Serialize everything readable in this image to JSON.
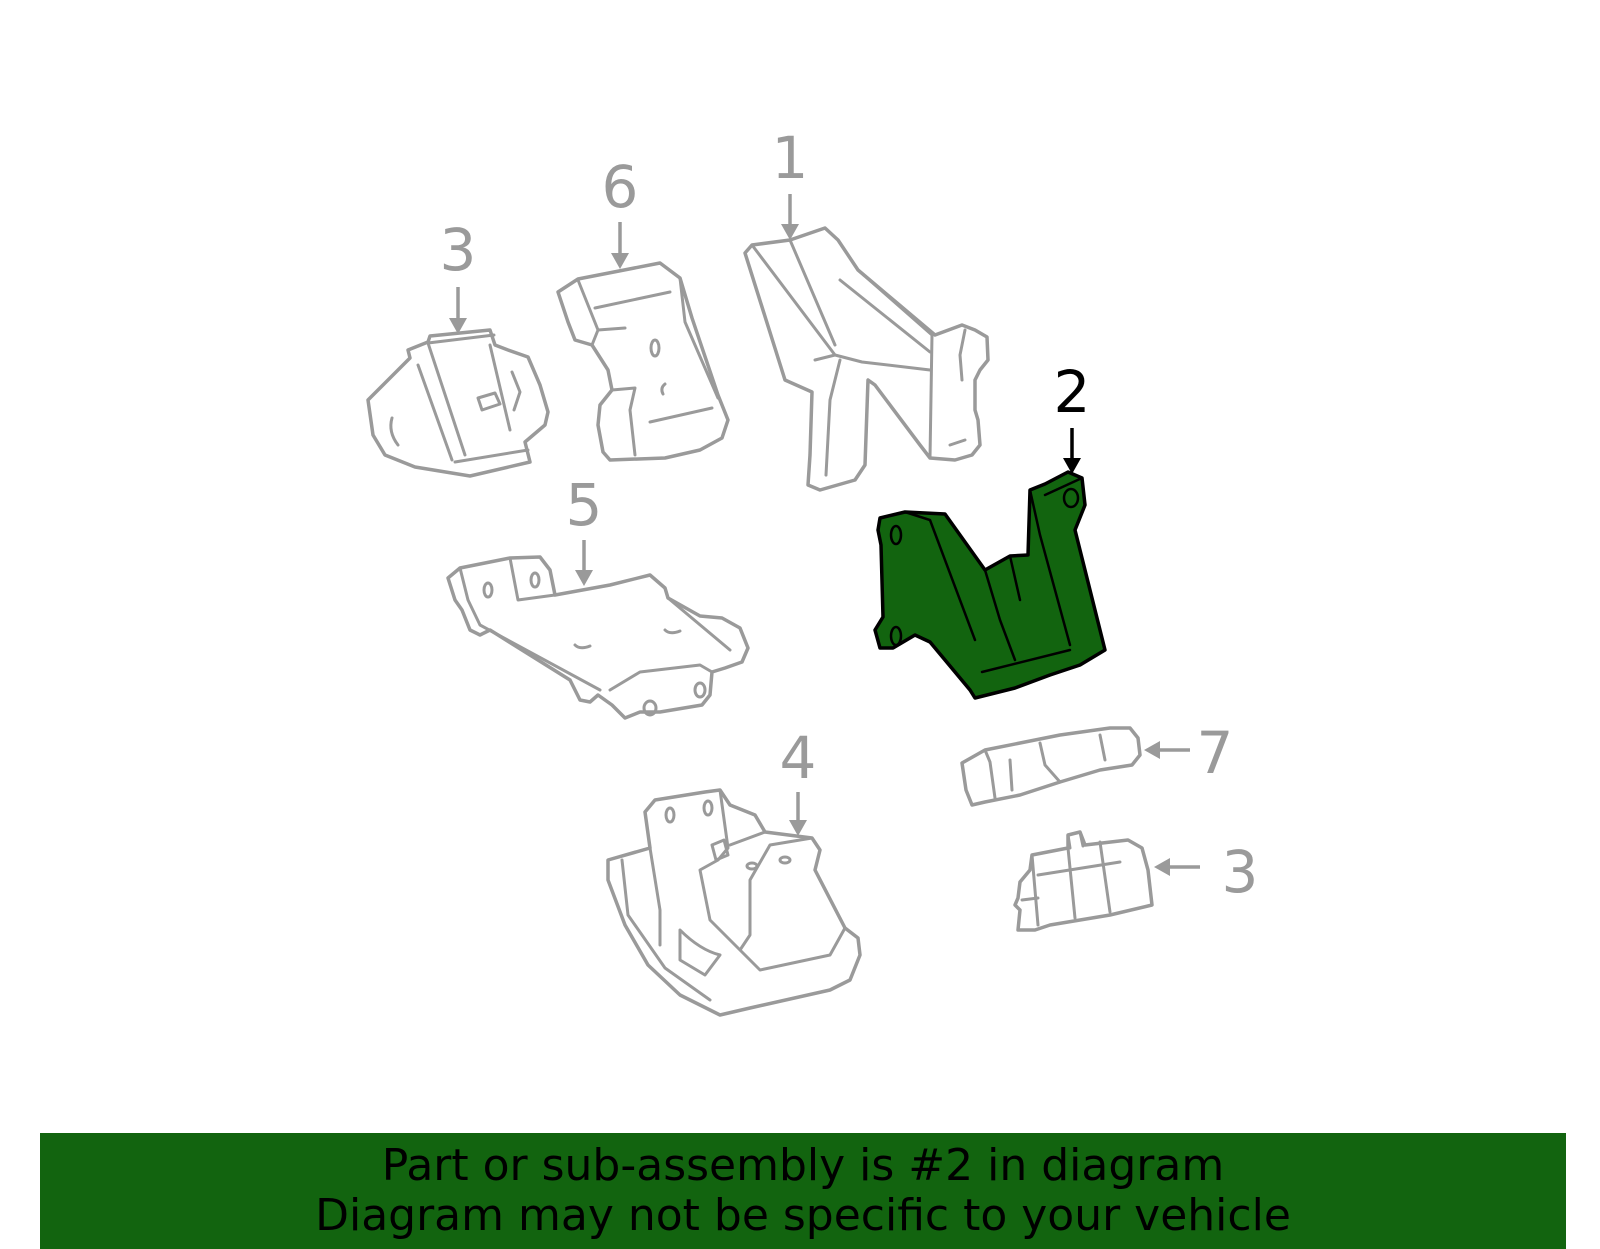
{
  "callouts": [
    {
      "id": "1",
      "label": "1",
      "highlighted": false
    },
    {
      "id": "2",
      "label": "2",
      "highlighted": true
    },
    {
      "id": "3a",
      "label": "3",
      "highlighted": false
    },
    {
      "id": "3b",
      "label": "3",
      "highlighted": false
    },
    {
      "id": "4",
      "label": "4",
      "highlighted": false
    },
    {
      "id": "5",
      "label": "5",
      "highlighted": false
    },
    {
      "id": "6",
      "label": "6",
      "highlighted": false
    },
    {
      "id": "7",
      "label": "7",
      "highlighted": false
    }
  ],
  "banner": {
    "line1": "Part or sub-assembly is #2 in diagram",
    "line2": "Diagram may not be specific to your vehicle"
  },
  "colors": {
    "highlight": "#12640f",
    "parts_outline": "#9a9a9a",
    "selected_outline": "#000000",
    "background": "#ffffff"
  }
}
